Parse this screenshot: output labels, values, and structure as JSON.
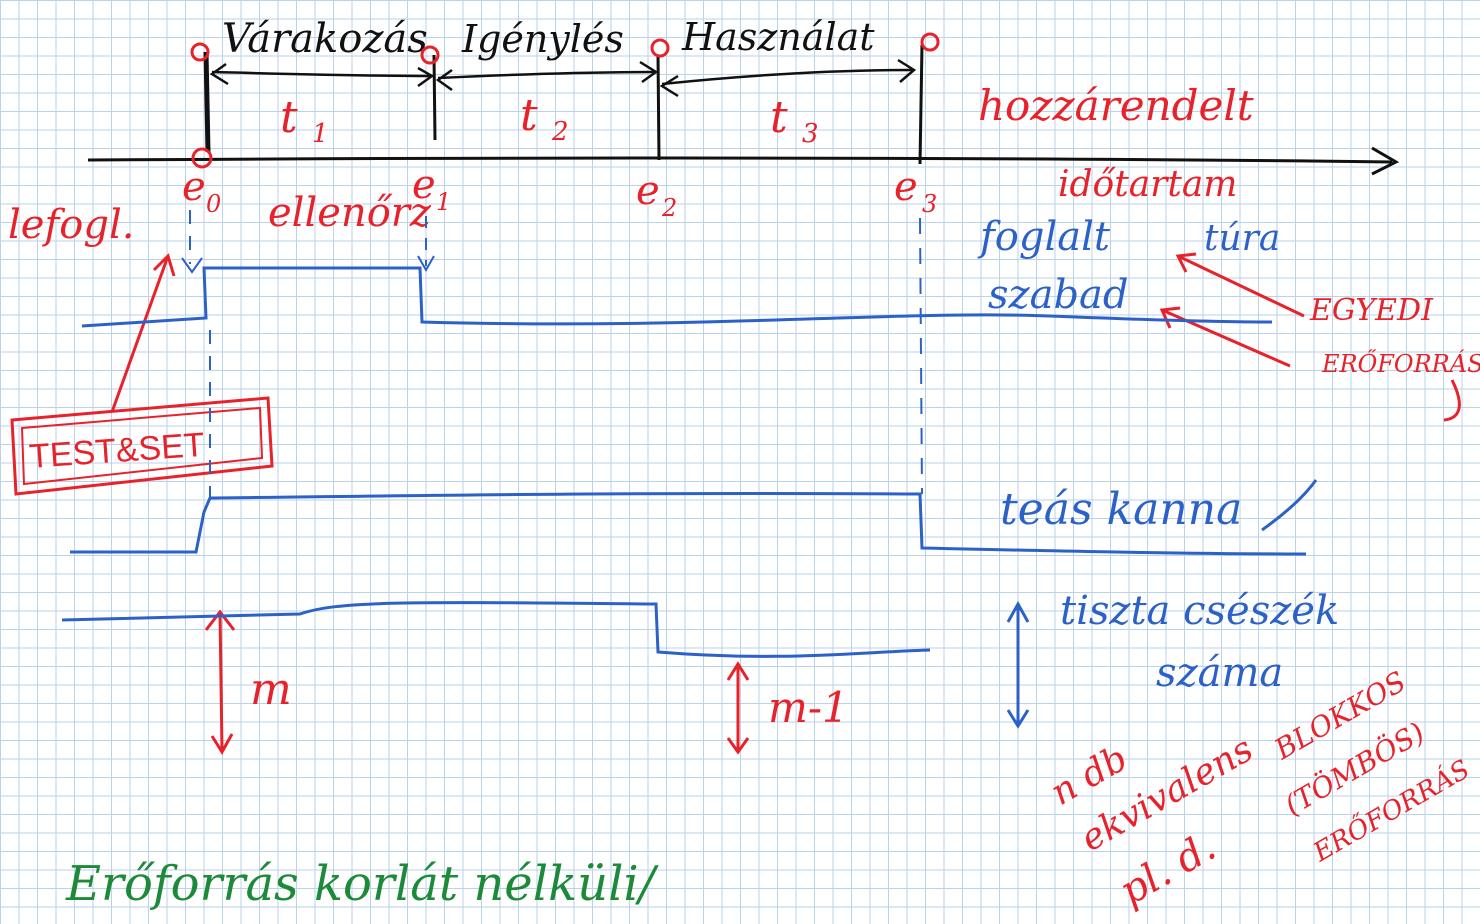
{
  "phases": {
    "p1": "Várakozás",
    "p2": "Igénylés",
    "p3": "Használat"
  },
  "intervals": {
    "t1": "t",
    "t1_sub": "1",
    "t2": "t",
    "t2_sub": "2",
    "t3": "t",
    "t3_sub": "3"
  },
  "events": {
    "e0": "e",
    "e0_sub": "0",
    "e1": "e",
    "e1_sub": "1",
    "e2": "e",
    "e2_sub": "2",
    "e3": "e",
    "e3_sub": "3"
  },
  "labels": {
    "lefogl": "lefogl.",
    "ellenorzes": "ellenőrz",
    "hozzarendelt_line1": "hozzárendelt",
    "hozzarendelt_line2": "időtartam",
    "foglalt": "foglalt",
    "tura": "túra",
    "szabad": "szabad",
    "egyedi_line1": "EGYEDI",
    "egyedi_line2": "ERŐFORRÁS",
    "test_set": "TEST&SET",
    "teas_kanna": "teás kanna",
    "tiszta_line1": "tiszta csészék",
    "tiszta_line2": "száma",
    "m": "m",
    "m_minus_1": "m-1",
    "n_db_line1": "n db",
    "n_db_line2": "ekvivalens",
    "n_db_line3": "pl. d.",
    "blokkos_line1": "BLOKKOS",
    "blokkos_line2": "(TÖMBÖS)",
    "blokkos_line3": "ERŐFORRÁS",
    "green_bottom": "Erőforrás korlát nélküli/"
  },
  "colors": {
    "red": "#e8222a",
    "blue": "#2c62c7",
    "green": "#1d8a3a",
    "black": "#111111",
    "grid": "#b9d3e8"
  }
}
